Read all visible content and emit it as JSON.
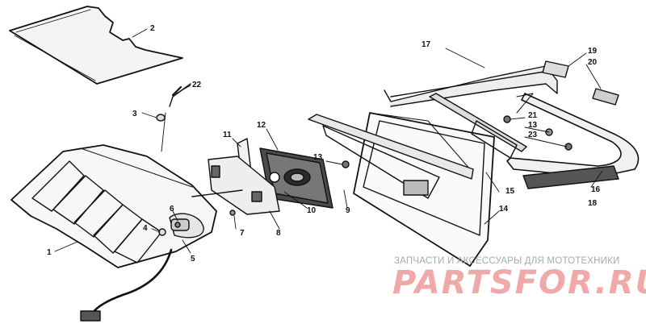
{
  "diagram": {
    "part_labels": [
      "1",
      "2",
      "3",
      "4",
      "5",
      "6",
      "7",
      "8",
      "9",
      "10",
      "11",
      "12",
      "13",
      "13",
      "14",
      "15",
      "16",
      "17",
      "18",
      "19",
      "20",
      "21",
      "22",
      "23"
    ]
  },
  "watermark": {
    "subtitle": "ЗАПЧАСТИ И АКСЕССУАРЫ ДЛЯ МОТОТЕХНИКИ",
    "logo": "PARTSFOR.RU",
    "color": "#f0a9a9"
  }
}
